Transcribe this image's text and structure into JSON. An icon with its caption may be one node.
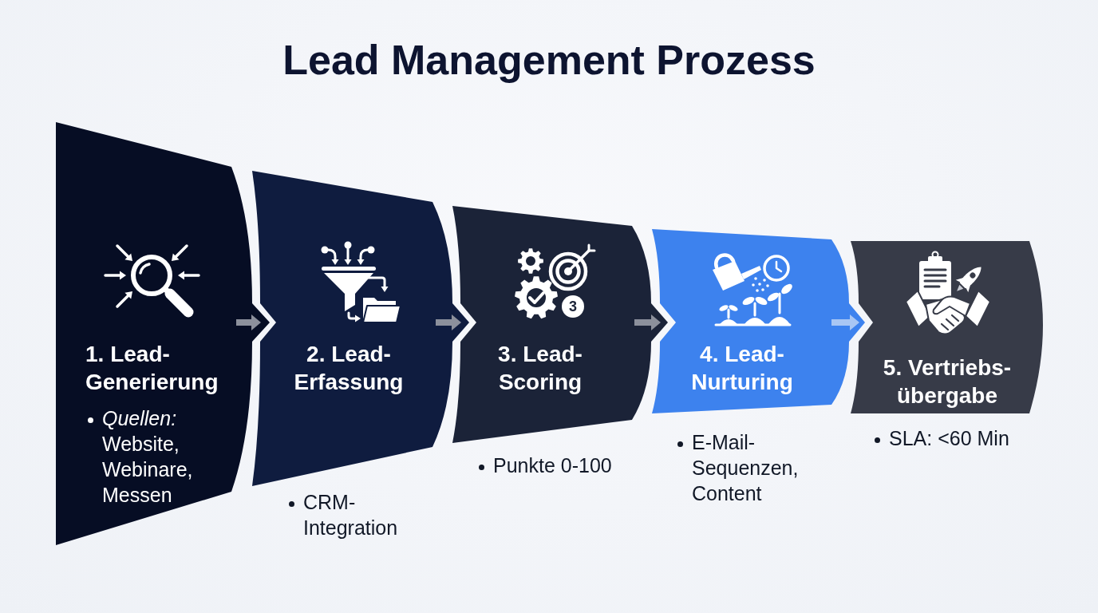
{
  "diagram": {
    "title": "Lead Management Prozess",
    "nodes": [
      {
        "text": [
          "1. Lead-Generierung",
          "*Quellen:* Website, Webinare, Messen"
        ]
      },
      {
        "text": [
          "2. Lead-Erfassung"
        ],
        "beside": [
          "CRM-Integration"
        ]
      },
      {
        "text": [
          "3. Lead-Scoring"
        ],
        "beside": [
          "Punkte 0-100"
        ]
      },
      {
        "text": [
          "4. Lead-Nurturing"
        ],
        "beside": [
          "E-Mail-Sequenzen, Content"
        ]
      },
      {
        "text": [
          "5. Vertriebs-übergabe"
        ],
        "beside": [
          "SLA: <60 Min"
        ]
      }
    ],
    "edges": [
      {
        "from": 0,
        "to": 1,
        "arrow": "to"
      },
      {
        "from": 1,
        "to": 2,
        "arrow": "to"
      },
      {
        "from": 2,
        "to": 3,
        "arrow": "to"
      },
      {
        "from": 3,
        "to": 4,
        "arrow": "to",
        "color": "#a8c6f4"
      }
    ],
    "labels": [
      "3"
    ]
  }
}
